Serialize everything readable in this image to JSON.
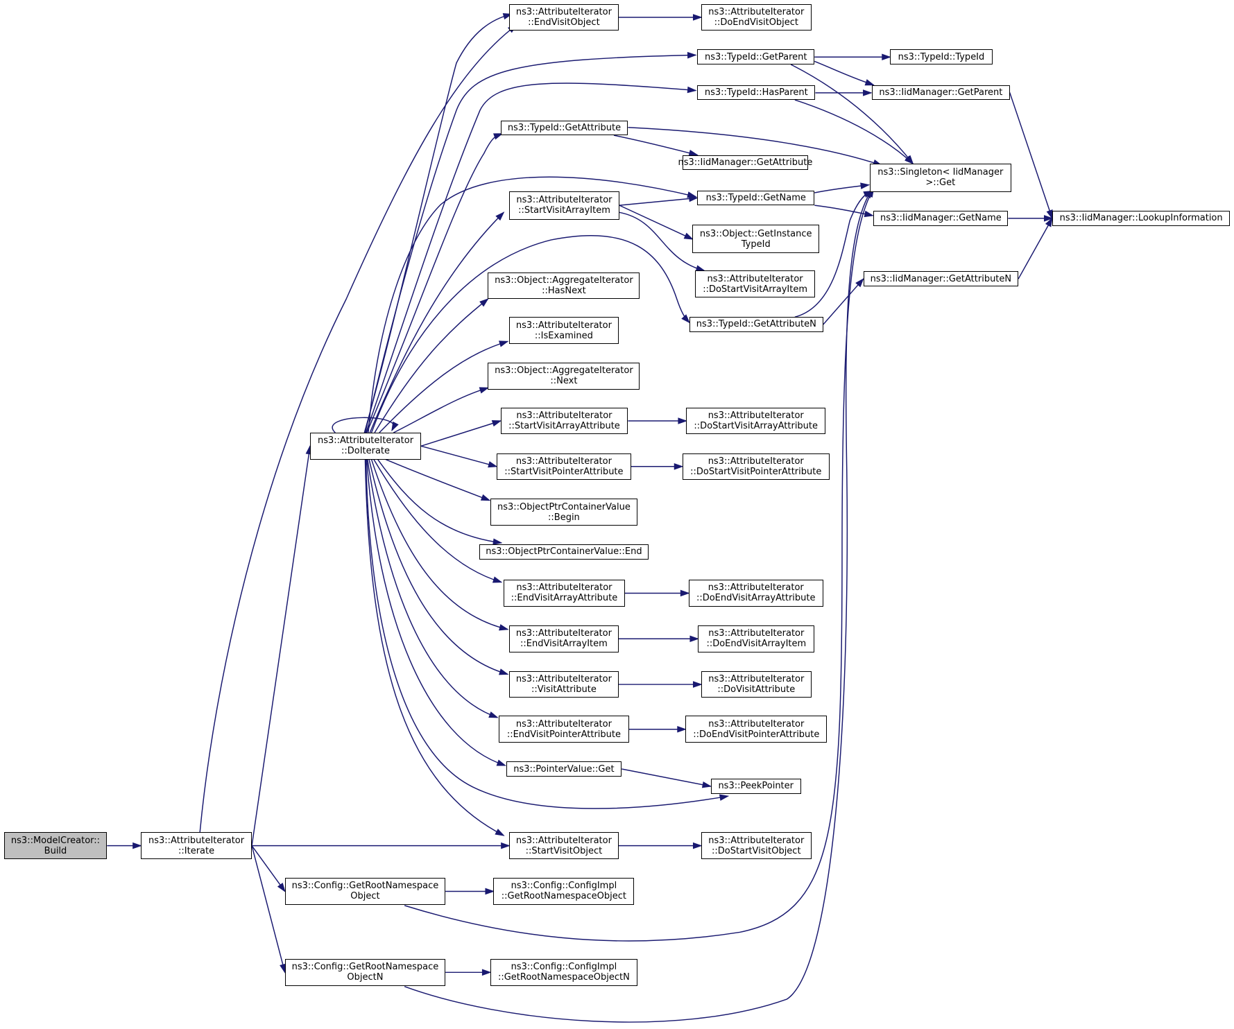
{
  "graph": {
    "nodes": [
      {
        "id": "build",
        "lines": [
          "ns3::ModelCreator::",
          "Build"
        ]
      },
      {
        "id": "iterate",
        "lines": [
          "ns3::AttributeIterator",
          "::Iterate"
        ]
      },
      {
        "id": "doiterate",
        "lines": [
          "ns3::AttributeIterator",
          "::DoIterate"
        ]
      },
      {
        "id": "getrootns",
        "lines": [
          "ns3::Config::GetRootNamespace",
          "Object"
        ]
      },
      {
        "id": "getrootnsn",
        "lines": [
          "ns3::Config::GetRootNamespace",
          "ObjectN"
        ]
      },
      {
        "id": "cfg_getrootns",
        "lines": [
          "ns3::Config::ConfigImpl",
          "::GetRootNamespaceObject"
        ]
      },
      {
        "id": "cfg_getrootnsn",
        "lines": [
          "ns3::Config::ConfigImpl",
          "::GetRootNamespaceObjectN"
        ]
      },
      {
        "id": "endvisitobj",
        "lines": [
          "ns3::AttributeIterator",
          "::EndVisitObject"
        ]
      },
      {
        "id": "doendvisitobj",
        "lines": [
          "ns3::AttributeIterator",
          "::DoEndVisitObject"
        ]
      },
      {
        "id": "getparent",
        "lines": [
          "ns3::TypeId::GetParent"
        ]
      },
      {
        "id": "typeid",
        "lines": [
          "ns3::TypeId::TypeId"
        ]
      },
      {
        "id": "hasparent",
        "lines": [
          "ns3::TypeId::HasParent"
        ]
      },
      {
        "id": "iid_getparent",
        "lines": [
          "ns3::IidManager::GetParent"
        ]
      },
      {
        "id": "getattribute",
        "lines": [
          "ns3::TypeId::GetAttribute"
        ]
      },
      {
        "id": "iid_getattribute",
        "lines": [
          "ns3::IidManager::GetAttribute"
        ]
      },
      {
        "id": "singleton",
        "lines": [
          "ns3::Singleton< IidManager",
          ">::Get"
        ]
      },
      {
        "id": "getname",
        "lines": [
          "ns3::TypeId::GetName"
        ]
      },
      {
        "id": "iid_getname",
        "lines": [
          "ns3::IidManager::GetName"
        ]
      },
      {
        "id": "lookup",
        "lines": [
          "ns3::IidManager::LookupInformation"
        ]
      },
      {
        "id": "startvisitarrayitem",
        "lines": [
          "ns3::AttributeIterator",
          "::StartVisitArrayItem"
        ]
      },
      {
        "id": "getinstancetypeid",
        "lines": [
          "ns3::Object::GetInstance",
          "TypeId"
        ]
      },
      {
        "id": "dostartvisitarrayitem",
        "lines": [
          "ns3::AttributeIterator",
          "::DoStartVisitArrayItem"
        ]
      },
      {
        "id": "iid_getattributen",
        "lines": [
          "ns3::IidManager::GetAttributeN"
        ]
      },
      {
        "id": "getattributen",
        "lines": [
          "ns3::TypeId::GetAttributeN"
        ]
      },
      {
        "id": "agg_hasnext",
        "lines": [
          "ns3::Object::AggregateIterator",
          "::HasNext"
        ]
      },
      {
        "id": "isexamined",
        "lines": [
          "ns3::AttributeIterator",
          "::IsExamined"
        ]
      },
      {
        "id": "agg_next",
        "lines": [
          "ns3::Object::AggregateIterator",
          "::Next"
        ]
      },
      {
        "id": "startvisitarrayattr",
        "lines": [
          "ns3::AttributeIterator",
          "::StartVisitArrayAttribute"
        ]
      },
      {
        "id": "dostartvisitarrayattr",
        "lines": [
          "ns3::AttributeIterator",
          "::DoStartVisitArrayAttribute"
        ]
      },
      {
        "id": "startvisitptrattr",
        "lines": [
          "ns3::AttributeIterator",
          "::StartVisitPointerAttribute"
        ]
      },
      {
        "id": "dostartvisitptrattr",
        "lines": [
          "ns3::AttributeIterator",
          "::DoStartVisitPointerAttribute"
        ]
      },
      {
        "id": "optrbegin",
        "lines": [
          "ns3::ObjectPtrContainerValue",
          "::Begin"
        ]
      },
      {
        "id": "optrend",
        "lines": [
          "ns3::ObjectPtrContainerValue::End"
        ]
      },
      {
        "id": "endvisitarrayattr",
        "lines": [
          "ns3::AttributeIterator",
          "::EndVisitArrayAttribute"
        ]
      },
      {
        "id": "doendvisitarrayattr",
        "lines": [
          "ns3::AttributeIterator",
          "::DoEndVisitArrayAttribute"
        ]
      },
      {
        "id": "endvisitarrayitem",
        "lines": [
          "ns3::AttributeIterator",
          "::EndVisitArrayItem"
        ]
      },
      {
        "id": "doendvisitarrayitem",
        "lines": [
          "ns3::AttributeIterator",
          "::DoEndVisitArrayItem"
        ]
      },
      {
        "id": "visitattr",
        "lines": [
          "ns3::AttributeIterator",
          "::VisitAttribute"
        ]
      },
      {
        "id": "dovisitattr",
        "lines": [
          "ns3::AttributeIterator",
          "::DoVisitAttribute"
        ]
      },
      {
        "id": "endvisitptrattr",
        "lines": [
          "ns3::AttributeIterator",
          "::EndVisitPointerAttribute"
        ]
      },
      {
        "id": "doendvisitptrattr",
        "lines": [
          "ns3::AttributeIterator",
          "::DoEndVisitPointerAttribute"
        ]
      },
      {
        "id": "ptrvalueget",
        "lines": [
          "ns3::PointerValue::Get"
        ]
      },
      {
        "id": "peekpointer",
        "lines": [
          "ns3::PeekPointer"
        ]
      },
      {
        "id": "startvisitobj",
        "lines": [
          "ns3::AttributeIterator",
          "::StartVisitObject"
        ]
      },
      {
        "id": "dostartvisitobj",
        "lines": [
          "ns3::AttributeIterator",
          "::DoStartVisitObject"
        ]
      }
    ],
    "edges": [
      [
        "build",
        "iterate"
      ],
      [
        "iterate",
        "doiterate"
      ],
      [
        "iterate",
        "endvisitobj"
      ],
      [
        "iterate",
        "startvisitobj"
      ],
      [
        "iterate",
        "getrootns"
      ],
      [
        "iterate",
        "getrootnsn"
      ],
      [
        "getrootns",
        "cfg_getrootns"
      ],
      [
        "getrootns",
        "singleton"
      ],
      [
        "getrootnsn",
        "cfg_getrootnsn"
      ],
      [
        "getrootnsn",
        "singleton"
      ],
      [
        "doiterate",
        "doiterate"
      ],
      [
        "doiterate",
        "endvisitobj"
      ],
      [
        "doiterate",
        "getparent"
      ],
      [
        "doiterate",
        "hasparent"
      ],
      [
        "doiterate",
        "getattribute"
      ],
      [
        "doiterate",
        "getname"
      ],
      [
        "doiterate",
        "startvisitarrayitem"
      ],
      [
        "doiterate",
        "getattributen"
      ],
      [
        "doiterate",
        "agg_hasnext"
      ],
      [
        "doiterate",
        "isexamined"
      ],
      [
        "doiterate",
        "agg_next"
      ],
      [
        "doiterate",
        "startvisitarrayattr"
      ],
      [
        "doiterate",
        "startvisitptrattr"
      ],
      [
        "doiterate",
        "optrbegin"
      ],
      [
        "doiterate",
        "optrend"
      ],
      [
        "doiterate",
        "endvisitarrayattr"
      ],
      [
        "doiterate",
        "endvisitarrayitem"
      ],
      [
        "doiterate",
        "visitattr"
      ],
      [
        "doiterate",
        "endvisitptrattr"
      ],
      [
        "doiterate",
        "ptrvalueget"
      ],
      [
        "doiterate",
        "peekpointer"
      ],
      [
        "doiterate",
        "startvisitobj"
      ],
      [
        "endvisitobj",
        "doendvisitobj"
      ],
      [
        "getparent",
        "typeid"
      ],
      [
        "getparent",
        "iid_getparent"
      ],
      [
        "getparent",
        "singleton"
      ],
      [
        "hasparent",
        "iid_getparent"
      ],
      [
        "hasparent",
        "singleton"
      ],
      [
        "iid_getparent",
        "lookup"
      ],
      [
        "getattribute",
        "singleton"
      ],
      [
        "getattribute",
        "iid_getattribute"
      ],
      [
        "getname",
        "singleton"
      ],
      [
        "getname",
        "iid_getname"
      ],
      [
        "iid_getname",
        "lookup"
      ],
      [
        "startvisitarrayitem",
        "getname"
      ],
      [
        "startvisitarrayitem",
        "getinstancetypeid"
      ],
      [
        "startvisitarrayitem",
        "dostartvisitarrayitem"
      ],
      [
        "getattributen",
        "iid_getattributen"
      ],
      [
        "getattributen",
        "singleton"
      ],
      [
        "iid_getattributen",
        "lookup"
      ],
      [
        "startvisitarrayattr",
        "dostartvisitarrayattr"
      ],
      [
        "startvisitptrattr",
        "dostartvisitptrattr"
      ],
      [
        "endvisitarrayattr",
        "doendvisitarrayattr"
      ],
      [
        "endvisitarrayitem",
        "doendvisitarrayitem"
      ],
      [
        "visitattr",
        "dovisitattr"
      ],
      [
        "endvisitptrattr",
        "doendvisitptrattr"
      ],
      [
        "ptrvalueget",
        "peekpointer"
      ],
      [
        "startvisitobj",
        "dostartvisitobj"
      ]
    ]
  }
}
